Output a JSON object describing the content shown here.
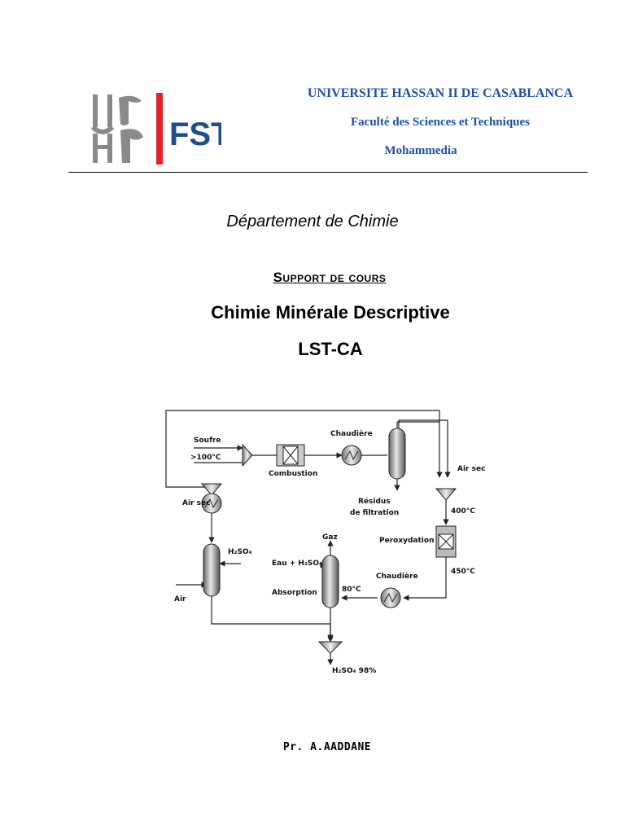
{
  "header": {
    "university": "UNIVERSITE HASSAN II DE CASABLANCA",
    "faculty": "Faculté des Sciences et Techniques",
    "city": "Mohammedia",
    "logo_text": "FST"
  },
  "department": "Département de Chimie",
  "support_label": "Support de cours",
  "course_title": "Chimie Minérale Descriptive",
  "course_code": "LST-CA",
  "diagram": {
    "soufre": "Soufre",
    "temp_100": ">100°C",
    "combustion": "Combustion",
    "chaudiere_top": "Chaudière",
    "air_sec_right": "Air sec",
    "residus1": "Résidus",
    "residus2": "de filtration",
    "temp_400": "400°C",
    "peroxydation": "Peroxydation",
    "temp_450": "450°C",
    "chaudiere_bottom": "Chaudière",
    "air_sec_left": "Air sec",
    "h2so4": "H₂SO₄",
    "air": "Air",
    "gaz": "Gaz",
    "eau_h2so4": "Eau + H₂SO₄",
    "absorption": "Absorption",
    "temp_80": "80°C",
    "product": "H₂SO₄ 98%"
  },
  "author": "Pr. A.AADDANE"
}
